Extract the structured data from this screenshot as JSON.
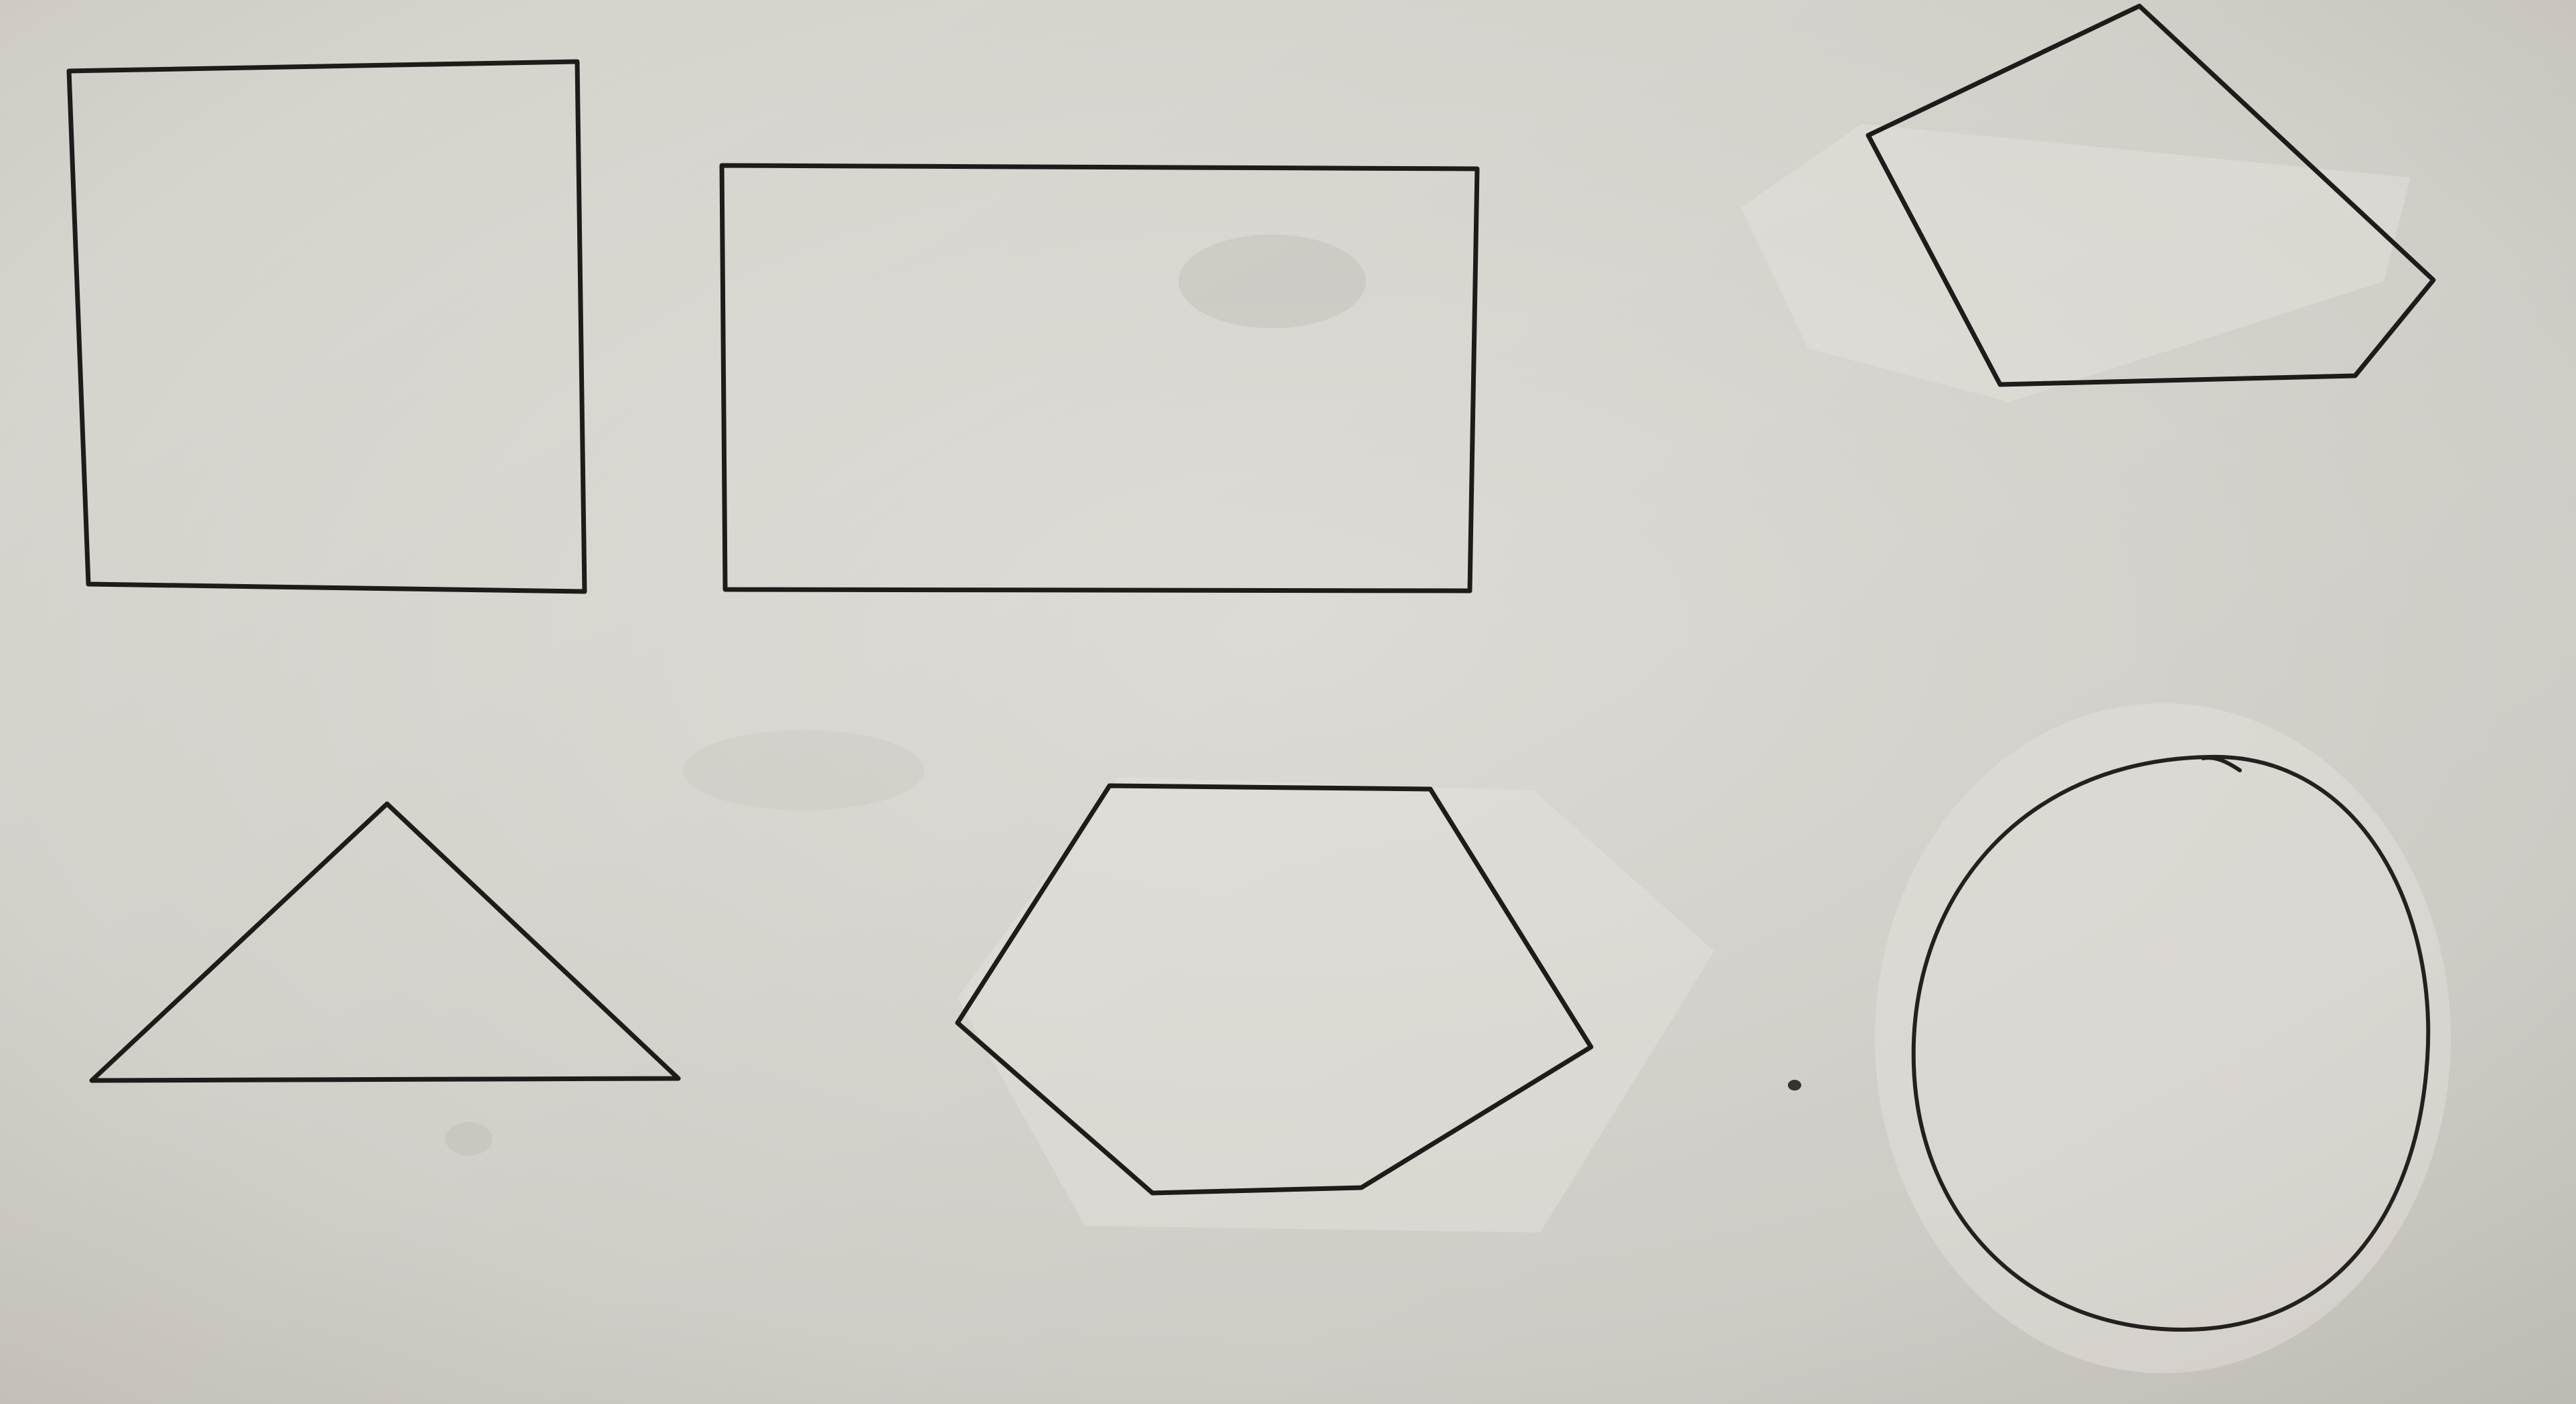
{
  "scene": {
    "kind": "pencil-drawn shapes on paper",
    "paper_color": "#d9d6d0",
    "line_color": "#1e1c1a"
  },
  "shapes": [
    {
      "name": "square"
    },
    {
      "name": "rectangle"
    },
    {
      "name": "pentagon"
    },
    {
      "name": "triangle"
    },
    {
      "name": "hexagon"
    },
    {
      "name": "circle"
    }
  ]
}
